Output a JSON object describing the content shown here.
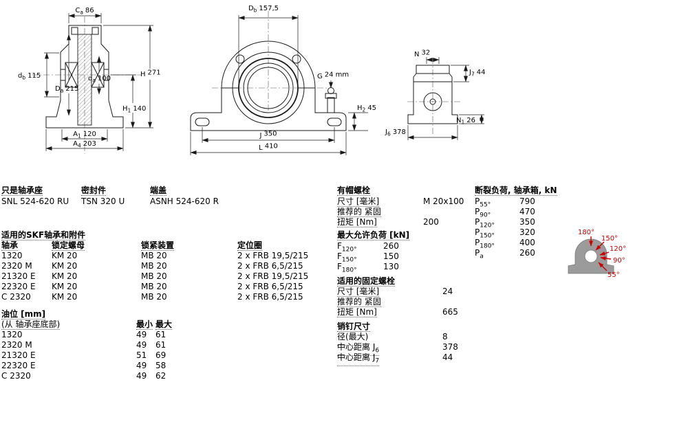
{
  "product": {
    "col1": {
      "h": "只是轴承座",
      "v": "SNL 524-620 RU"
    },
    "col2": {
      "h": "密封件",
      "v": "TSN 320 U"
    },
    "col3": {
      "h": "端盖",
      "v": "ASNH 524-620 R"
    }
  },
  "bearings": {
    "title": "适用的SKF轴承和附件",
    "headers": [
      "轴承",
      "锁定螺母",
      "锁紧装置",
      "定位圈"
    ],
    "rows": [
      [
        "1320",
        "KM 20",
        "MB 20",
        "2 x FRB 19,5/215"
      ],
      [
        "2320 M",
        "KM 20",
        "MB 20",
        "2 x FRB 6,5/215"
      ],
      [
        "21320 E",
        "KM 20",
        "MB 20",
        "2 x FRB 19,5/215"
      ],
      [
        "22320 E",
        "KM 20",
        "MB 20",
        "2 x FRB 6,5/215"
      ],
      [
        "C 2320",
        "KM 20",
        "MB 20",
        "2 x FRB 6,5/215"
      ]
    ]
  },
  "oil": {
    "title": "油位 [mm]",
    "subtitle": "(从 轴承座底部)",
    "headers": [
      "最小",
      "最大"
    ],
    "rows": [
      [
        "1320",
        "49",
        "61"
      ],
      [
        "2320 M",
        "49",
        "61"
      ],
      [
        "21320 E",
        "51",
        "69"
      ],
      [
        "22320 E",
        "49",
        "58"
      ],
      [
        "C 2320",
        "49",
        "62"
      ]
    ]
  },
  "cap_bolts": {
    "title": "有帽螺栓",
    "rows": [
      {
        "label": "尺寸 [毫米]",
        "value": "M 20x100"
      },
      {
        "label": "推荐的 紧固",
        "value": ""
      },
      {
        "label": "扭矩 [Nm]",
        "value": "200"
      }
    ]
  },
  "max_load": {
    "title": "最大允许负荷 [kN]",
    "rows": [
      {
        "p": "F",
        "s": "120°",
        "value": "260"
      },
      {
        "p": "F",
        "s": "150°",
        "value": "150"
      },
      {
        "p": "F",
        "s": "180°",
        "value": "130"
      }
    ]
  },
  "fixing_bolts": {
    "title": "适用的固定螺栓",
    "rows": [
      {
        "label": "尺寸 [毫米]",
        "value": "24"
      },
      {
        "label": "推荐的 紧固",
        "value": ""
      },
      {
        "label": "扭矩 [Nm]",
        "value": "665"
      }
    ]
  },
  "pins": {
    "title": "销钉尺寸",
    "rows": [
      {
        "label": "径(最大)",
        "s": "",
        "value": "8"
      },
      {
        "label": "中心距离 J",
        "s": "6",
        "value": "378"
      },
      {
        "label": "中心距离 J",
        "s": "7",
        "value": "44"
      }
    ]
  },
  "breaking": {
    "title": "断裂负荷, 轴承箱, kN",
    "rows": [
      {
        "p": "P",
        "s": "55°",
        "value": "790"
      },
      {
        "p": "P",
        "s": "90°",
        "value": "470"
      },
      {
        "p": "P",
        "s": "120°",
        "value": "350"
      },
      {
        "p": "P",
        "s": "150°",
        "value": "320"
      },
      {
        "p": "P",
        "s": "180°",
        "value": "400"
      },
      {
        "p": "P",
        "s": "a",
        "value": "260"
      }
    ]
  },
  "load_diagram": {
    "angles": [
      "180°",
      "150°",
      "120°",
      "90°",
      "55°"
    ],
    "arrow_color": "#cc0000"
  },
  "drawing_dims": {
    "Ca": {
      "p": "C",
      "s": "a",
      "v": "86"
    },
    "db": {
      "p": "d",
      "s": "b",
      "v": "115"
    },
    "Da": {
      "p": "D",
      "s": "a",
      "v": "215"
    },
    "da": {
      "p": "d",
      "s": "a",
      "v": "100"
    },
    "H": {
      "p": "H",
      "s": "",
      "v": "271"
    },
    "H1": {
      "p": "H",
      "s": "1",
      "v": "140"
    },
    "A1": {
      "p": "A",
      "s": "1",
      "v": "120"
    },
    "A4": {
      "p": "A",
      "s": "4",
      "v": "203"
    },
    "Db": {
      "p": "D",
      "s": "b",
      "v": "157,5"
    },
    "G": {
      "p": "G",
      "s": "",
      "v": "24 mm"
    },
    "H2": {
      "p": "H",
      "s": "2",
      "v": "45"
    },
    "J": {
      "p": "J",
      "s": "",
      "v": "350"
    },
    "L": {
      "p": "L",
      "s": "",
      "v": "410"
    },
    "N": {
      "p": "N",
      "s": "",
      "v": "32"
    },
    "J7": {
      "p": "J",
      "s": "7",
      "v": "44"
    },
    "N1": {
      "p": "N",
      "s": "1",
      "v": "26"
    },
    "J6": {
      "p": "J",
      "s": "6",
      "v": "378"
    }
  }
}
